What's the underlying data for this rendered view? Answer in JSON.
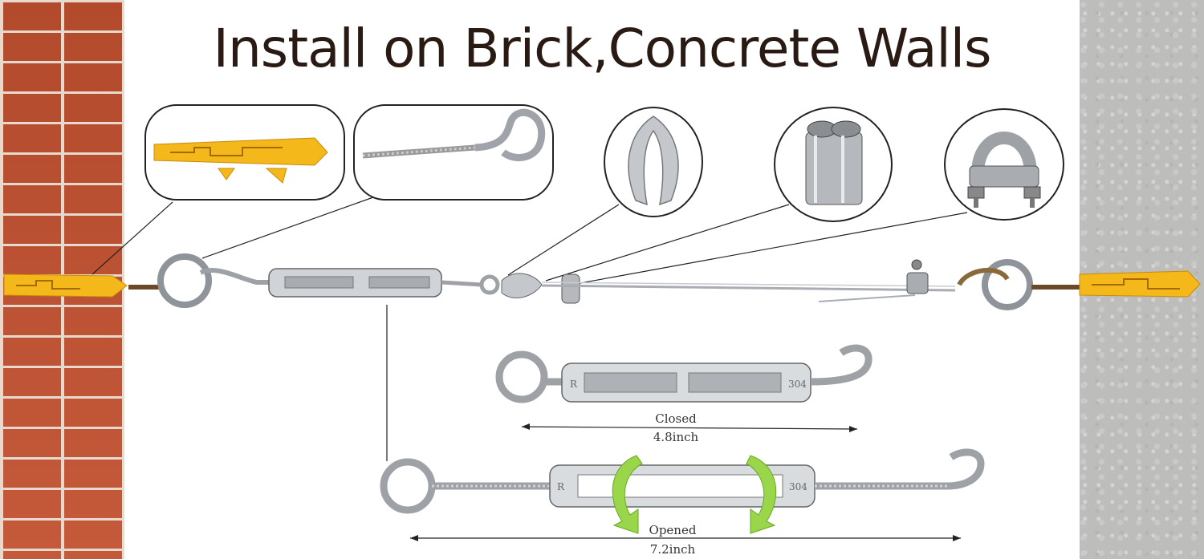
{
  "title": "Install on Brick,Concrete Walls",
  "closed_turnbuckle": {
    "state_label": "Closed",
    "length_label": "4.8inch",
    "left_mark": "R",
    "right_mark": "304"
  },
  "opened_turnbuckle": {
    "state_label": "Opened",
    "length_label": "7.2inch",
    "left_mark": "R",
    "right_mark": "304"
  },
  "colors": {
    "anchor_yellow": "#f5b81a",
    "steel": "#b8bcc2",
    "arrow_green": "#9ad64a",
    "brick": "#b34a2c",
    "concrete": "#bdbdbb"
  }
}
